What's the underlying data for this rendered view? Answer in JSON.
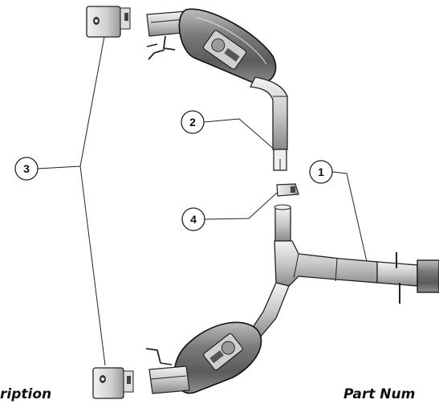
{
  "callouts": {
    "c1": "1",
    "c2": "2",
    "c3": "3",
    "c4": "4"
  },
  "footer": {
    "description": "ription",
    "part_number": "Part Num"
  }
}
